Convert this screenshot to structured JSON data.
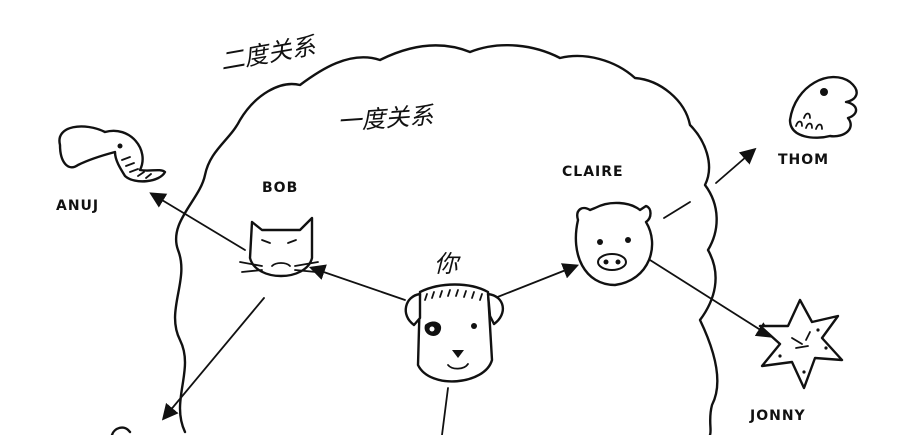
{
  "labels": {
    "second_degree": "二度关系",
    "first_degree": "一度关系",
    "you": "你"
  },
  "people": {
    "bob": "BOB",
    "claire": "CLAIRE",
    "anuj": "ANUJ",
    "thom": "THOM",
    "jonny": "JONNY"
  }
}
